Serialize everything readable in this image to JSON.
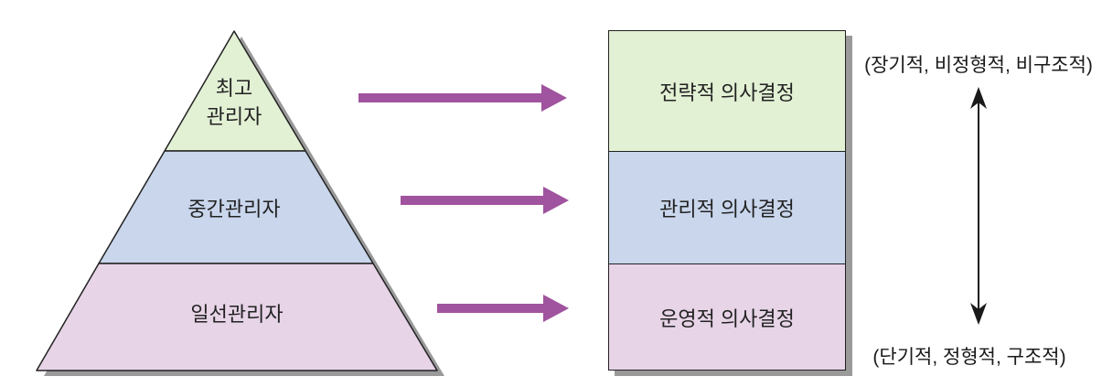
{
  "colors": {
    "level_top": "#e2f0d4",
    "level_middle": "#c9d6ec",
    "level_bottom": "#e7d4e7",
    "arrow": "#a0539e",
    "shadow": "#9a9a9a",
    "outline": "#222222"
  },
  "pyramid": {
    "levels": [
      {
        "label_line1": "최고",
        "label_line2": "관리자"
      },
      {
        "label": "중간관리자"
      },
      {
        "label": "일선관리자"
      }
    ]
  },
  "decision_box": {
    "sections": [
      {
        "label": "전략적 의사결정"
      },
      {
        "label": "관리적 의사결정"
      },
      {
        "label": "운영적 의사결정"
      }
    ]
  },
  "annotations": {
    "top": "(장기적, 비정형적, 비구조적)",
    "bottom": "(단기적, 정형적, 구조적)"
  }
}
